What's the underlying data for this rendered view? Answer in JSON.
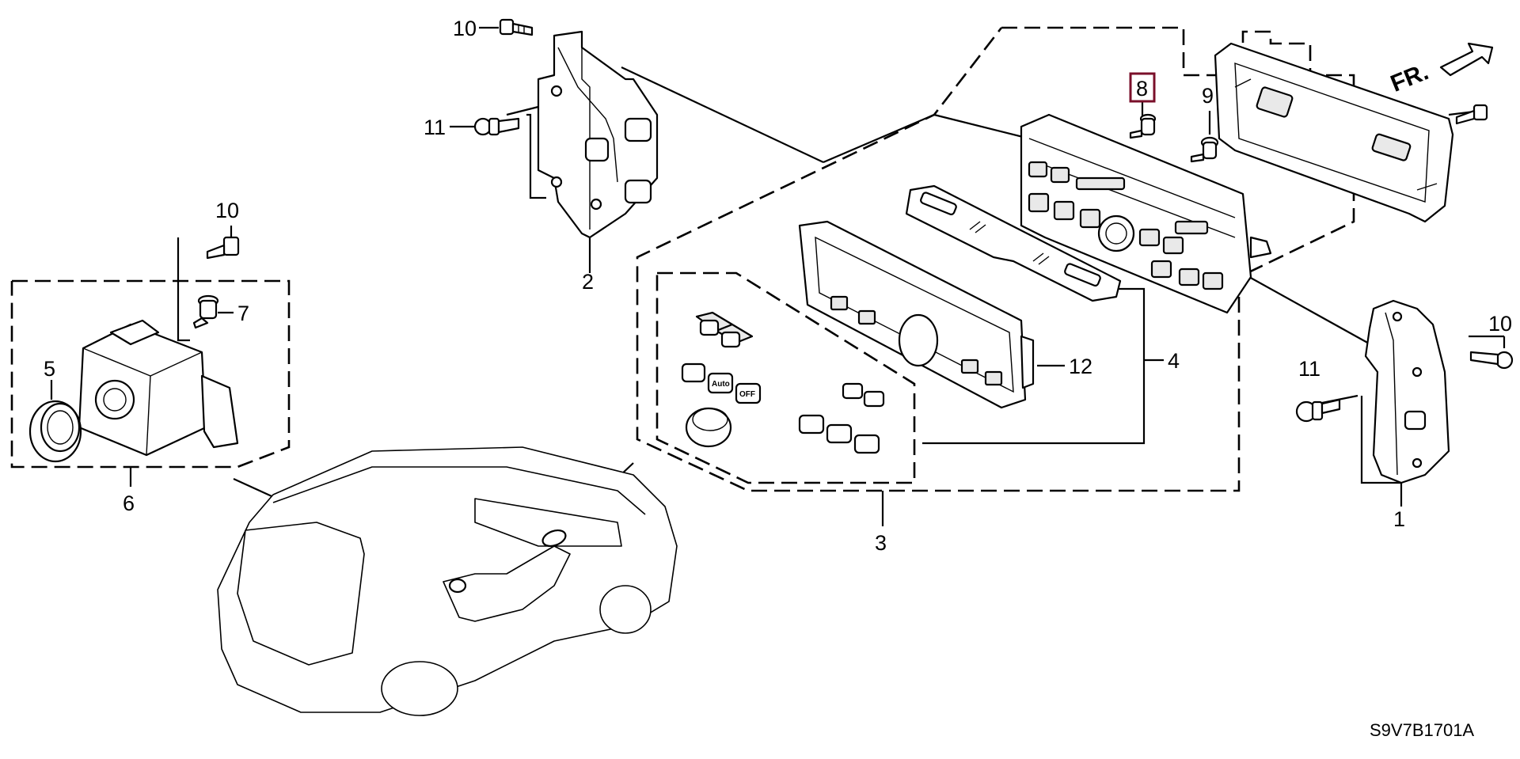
{
  "diagram": {
    "drawing_code": "S9V7B1701A",
    "direction_label": "FR.",
    "highlight_color": "#7a0f2a",
    "callouts": {
      "c1": "1",
      "c2": "2",
      "c3": "3",
      "c4": "4",
      "c5": "5",
      "c6": "6",
      "c7": "7",
      "c8": "8",
      "c9": "9",
      "c10a": "10",
      "c10b": "10",
      "c10c": "10",
      "c11a": "11",
      "c11b": "11",
      "c12": "12"
    },
    "button_labels": {
      "auto": "Auto",
      "off": "OFF"
    }
  }
}
